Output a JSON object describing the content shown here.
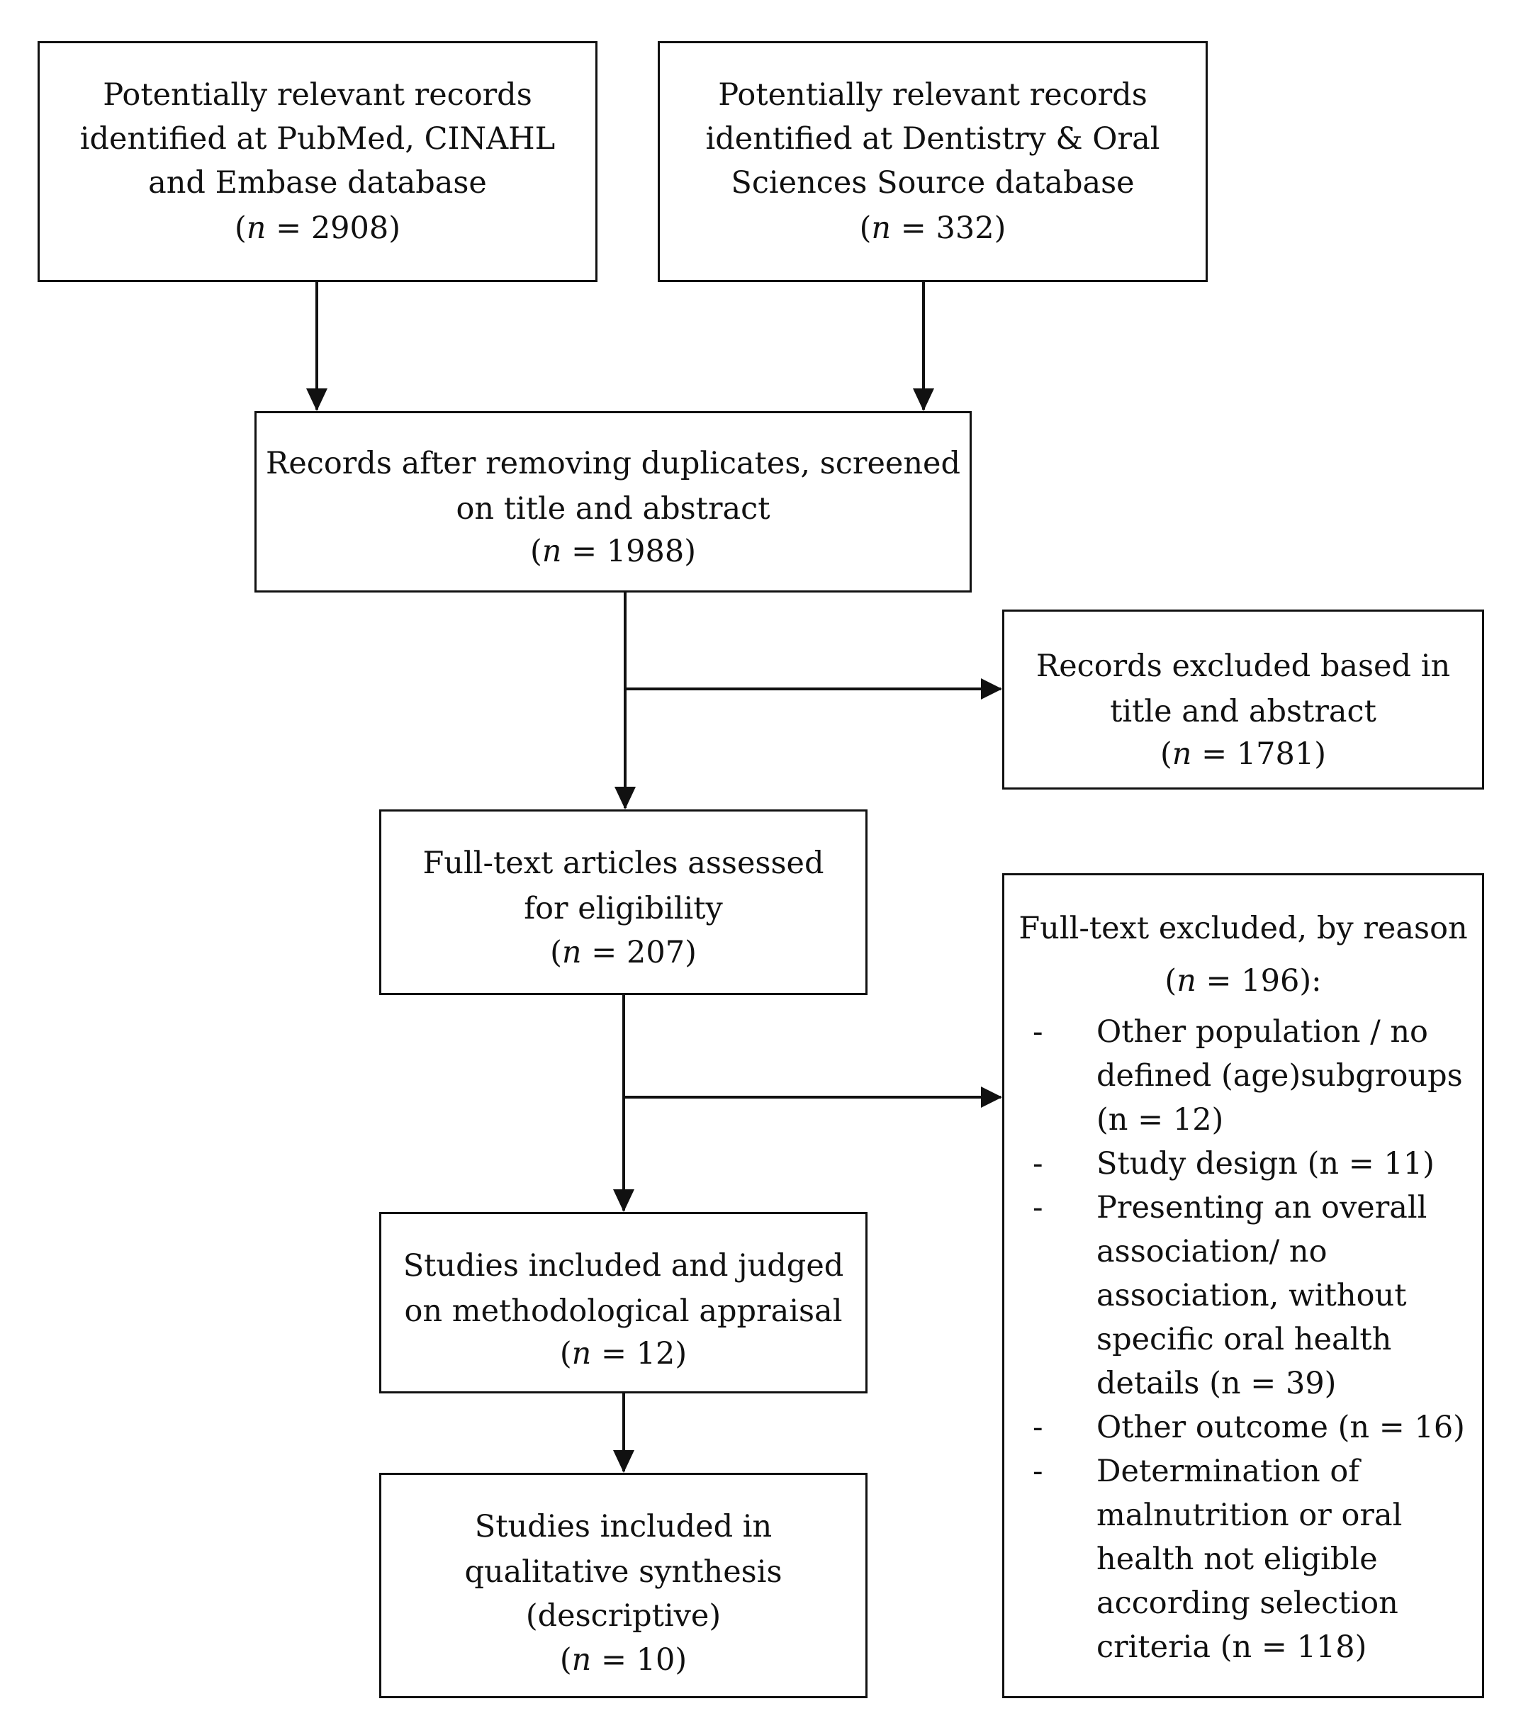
{
  "boxes": {
    "pubmed": {
      "lines": [
        "Potentially relevant records",
        "identified at PubMed, CINAHL",
        "and Embase database"
      ],
      "n_prefix": "(",
      "n_symbol": "n",
      "n_value": " = 2908)"
    },
    "dentistry": {
      "lines": [
        "Potentially relevant records",
        "identified at Dentistry & Oral",
        "Sciences Source database"
      ],
      "n_prefix": "(",
      "n_symbol": "n",
      "n_value": " = 332)"
    },
    "screened": {
      "lines": [
        "Records after removing duplicates, screened",
        "on title and abstract"
      ],
      "n_prefix": "(",
      "n_symbol": "n",
      "n_value": " = 1988)"
    },
    "excluded_title": {
      "lines": [
        "Records excluded based in",
        "title and abstract"
      ],
      "n_prefix": "(",
      "n_symbol": "n",
      "n_value": " = 1781)"
    },
    "fulltext": {
      "lines": [
        "Full-text articles assessed",
        "for eligibility"
      ],
      "n_prefix": "(",
      "n_symbol": "n",
      "n_value": " = 207)"
    },
    "included_appraisal": {
      "lines": [
        "Studies included and judged",
        "on methodological appraisal"
      ],
      "n_prefix": "(",
      "n_symbol": "n",
      "n_value": " = 12)"
    },
    "qualitative": {
      "lines": [
        "Studies included in",
        "qualitative synthesis",
        "(descriptive)"
      ],
      "n_prefix": "(",
      "n_symbol": "n",
      "n_value": " = 10)"
    },
    "fulltext_excluded": {
      "header": "Full-text excluded, by reason",
      "n_prefix": "(",
      "n_symbol": "n",
      "n_value": " = 196):",
      "dash": "-",
      "reasons": [
        [
          "Other population / no",
          "defined (age)subgroups",
          "(n = 12)"
        ],
        [
          "Study design (n = 11)"
        ],
        [
          "Presenting an overall",
          "association/ no",
          "association, without",
          "specific oral health",
          "details  (n = 39)"
        ],
        [
          "Other outcome (n = 16)"
        ],
        [
          "Determination of",
          "malnutrition or oral",
          "health not eligible",
          "according selection",
          "criteria (n = 118)"
        ]
      ]
    }
  }
}
